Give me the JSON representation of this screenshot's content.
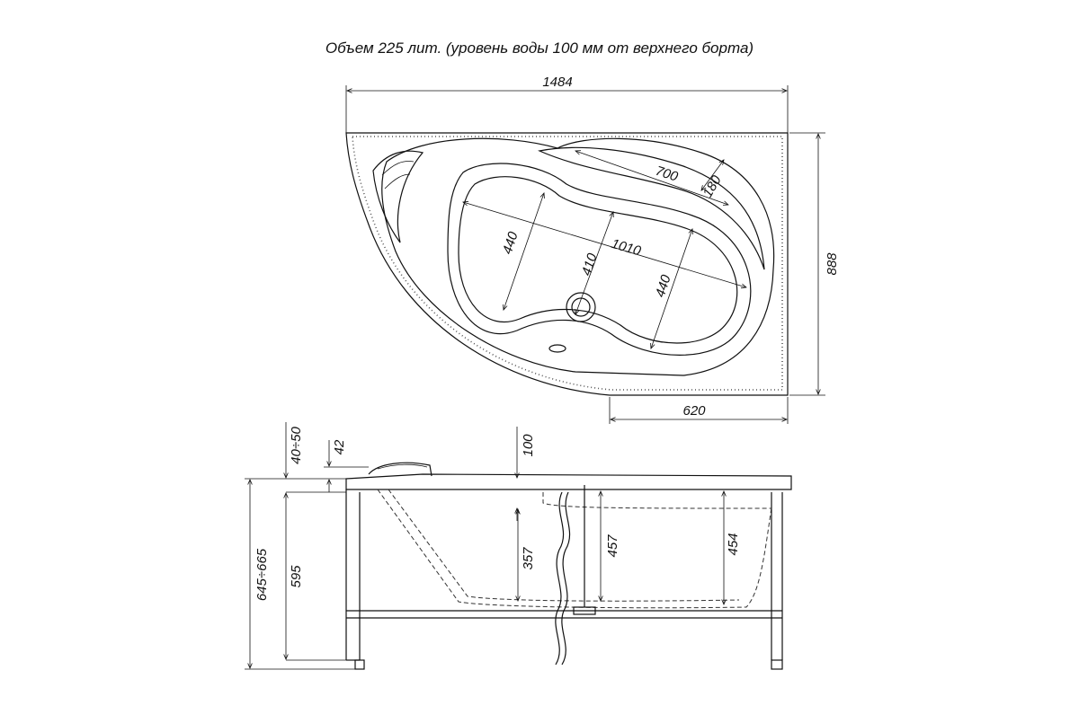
{
  "caption": "Объем 225 лит. (уровень воды 100 мм от верхнего борта)",
  "top_view": {
    "width_label": "1484",
    "depth_label": "888",
    "front_label": "620",
    "interior_length": "1010",
    "seat_length": "700",
    "seat_depth": "180",
    "width_left": "440",
    "width_mid": "410",
    "width_right": "440"
  },
  "side_view": {
    "total_height": "645÷665",
    "tub_height": "595",
    "leg_adjust": "40÷50",
    "rim": "42",
    "water_offset": "100",
    "depth_1": "357",
    "depth_2": "457",
    "depth_3": "454"
  }
}
